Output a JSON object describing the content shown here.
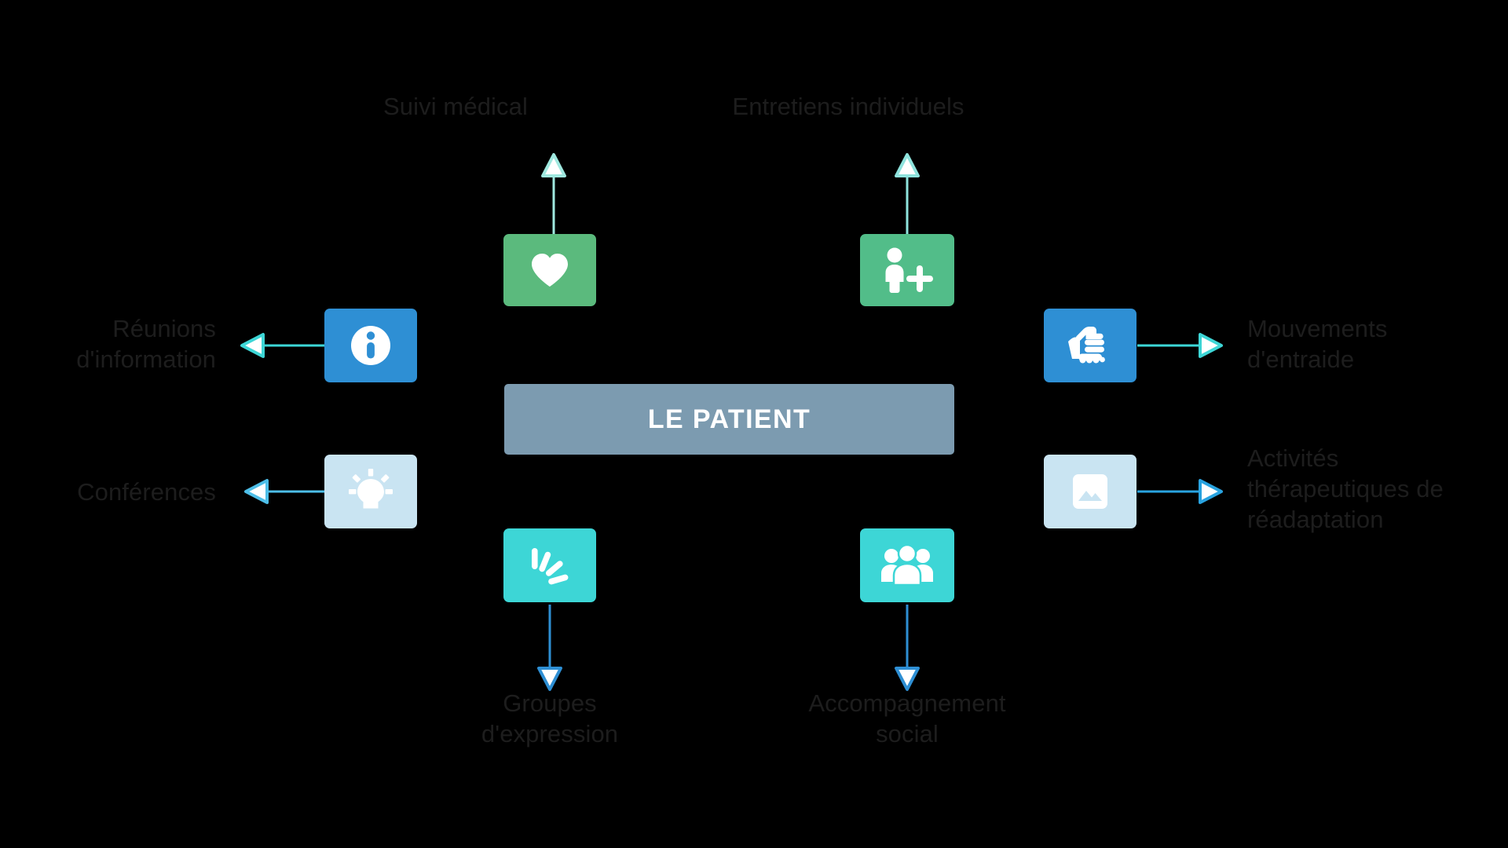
{
  "diagram": {
    "title": "LE PATIENT",
    "background_color": "#000000",
    "center": {
      "label": "LE PATIENT",
      "fill": "#7c9bb0",
      "text_color": "#ffffff"
    },
    "label_color": "#1d1d1d",
    "nodes": [
      {
        "id": "suivi-medical",
        "label": "Suivi médical",
        "icon": "heart-icon",
        "tile_fill": "#5bba7d",
        "icon_color": "#ffffff",
        "arrow_color": "#9fe8df",
        "direction": "up",
        "position": "top-left"
      },
      {
        "id": "entretiens-individuels",
        "label": "Entretiens individuels",
        "icon": "person-plus-icon",
        "tile_fill": "#52bd89",
        "icon_color": "#ffffff",
        "arrow_color": "#8ee3dd",
        "direction": "up",
        "position": "top-right"
      },
      {
        "id": "reunions-information",
        "label": "Réunions\nd'information",
        "icon": "info-circle-icon",
        "tile_fill": "#2e8fd4",
        "icon_color": "#ffffff",
        "arrow_color": "#3dd6d6",
        "direction": "left",
        "position": "left-upper"
      },
      {
        "id": "conferences",
        "label": "Conférences",
        "icon": "lightbulb-icon",
        "tile_fill": "#c9e4f2",
        "icon_color": "#ffffff",
        "arrow_color": "#4dbee8",
        "direction": "left",
        "position": "left-lower"
      },
      {
        "id": "mouvements-entraide",
        "label": "Mouvements\nd'entraide",
        "icon": "helping-hands-icon",
        "tile_fill": "#2e8fd4",
        "icon_color": "#ffffff",
        "arrow_color": "#3dd6d6",
        "direction": "right",
        "position": "right-upper"
      },
      {
        "id": "activites-therapeutiques",
        "label": "Activités\nthérapeutiques de\nréadaptation",
        "icon": "image-placeholder-icon",
        "tile_fill": "#c9e4f2",
        "icon_color": "#ffffff",
        "arrow_color": "#29a3e0",
        "direction": "right",
        "position": "right-lower"
      },
      {
        "id": "groupes-expression",
        "label": "Groupes\nd'expression",
        "icon": "expression-lines-icon",
        "tile_fill": "#3dd6d6",
        "icon_color": "#ffffff",
        "arrow_color": "#2e8fd4",
        "direction": "down",
        "position": "bottom-left"
      },
      {
        "id": "accompagnement-social",
        "label": "Accompagnement\nsocial",
        "icon": "group-people-icon",
        "tile_fill": "#3dd6d6",
        "icon_color": "#ffffff",
        "arrow_color": "#2e8fd4",
        "direction": "down",
        "position": "bottom-right"
      }
    ]
  }
}
